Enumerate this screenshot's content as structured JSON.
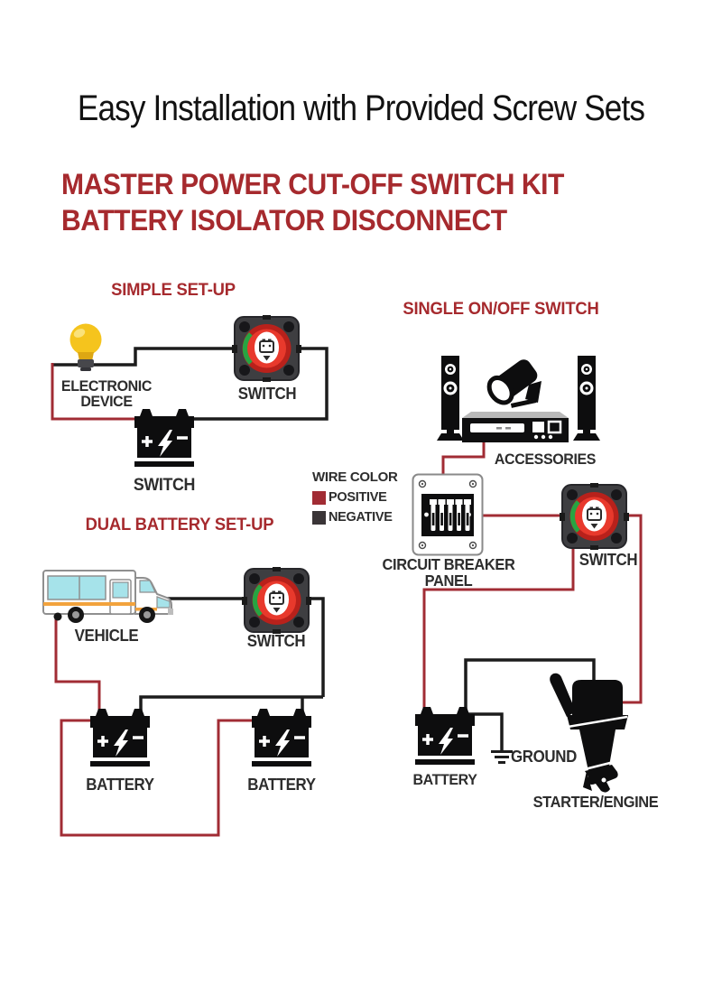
{
  "header": {
    "title": "Easy Installation with Provided Screw Sets",
    "subtitle_line1": "MASTER POWER CUT-OFF SWITCH KIT",
    "subtitle_line2": "BATTERY ISOLATOR DISCONNECT"
  },
  "legend": {
    "title": "WIRE COLOR",
    "items": [
      {
        "label": "POSITIVE",
        "color": "#a12c34"
      },
      {
        "label": "NEGATIVE",
        "color": "#3a3537"
      }
    ]
  },
  "sections": {
    "simple": {
      "title": "SIMPLE SET-UP",
      "device_label_line1": "ELECTRONIC",
      "device_label_line2": "DEVICE",
      "switch_label": "SWITCH",
      "battery_label": "SWITCH"
    },
    "single": {
      "title": "SINGLE ON/OFF SWITCH",
      "accessories_label": "ACCESSORIES",
      "panel_label_line1": "CIRCUIT BREAKER",
      "panel_label_line2": "PANEL",
      "switch_label": "SWITCH",
      "battery_label": "BATTERY",
      "ground_label": "GROUND",
      "engine_label": "STARTER/ENGINE"
    },
    "dual": {
      "title": "DUAL BATTERY SET-UP",
      "vehicle_label": "VEHICLE",
      "switch_label": "SWITCH",
      "battery_left_label": "BATTERY",
      "battery_right_label": "BATTERY"
    }
  },
  "colors": {
    "heading_red": "#a62a2e",
    "wire_positive": "#a12c34",
    "wire_negative": "#1c1c1c",
    "switch_base_gray": "#3e3e41",
    "switch_knob_red": "#e8392c",
    "switch_knob_green": "#27a442",
    "bulb_yellow": "#f5c41d",
    "vehicle_window_teal": "#a6e3ea",
    "vehicle_stripe_orange": "#f2a33d"
  }
}
